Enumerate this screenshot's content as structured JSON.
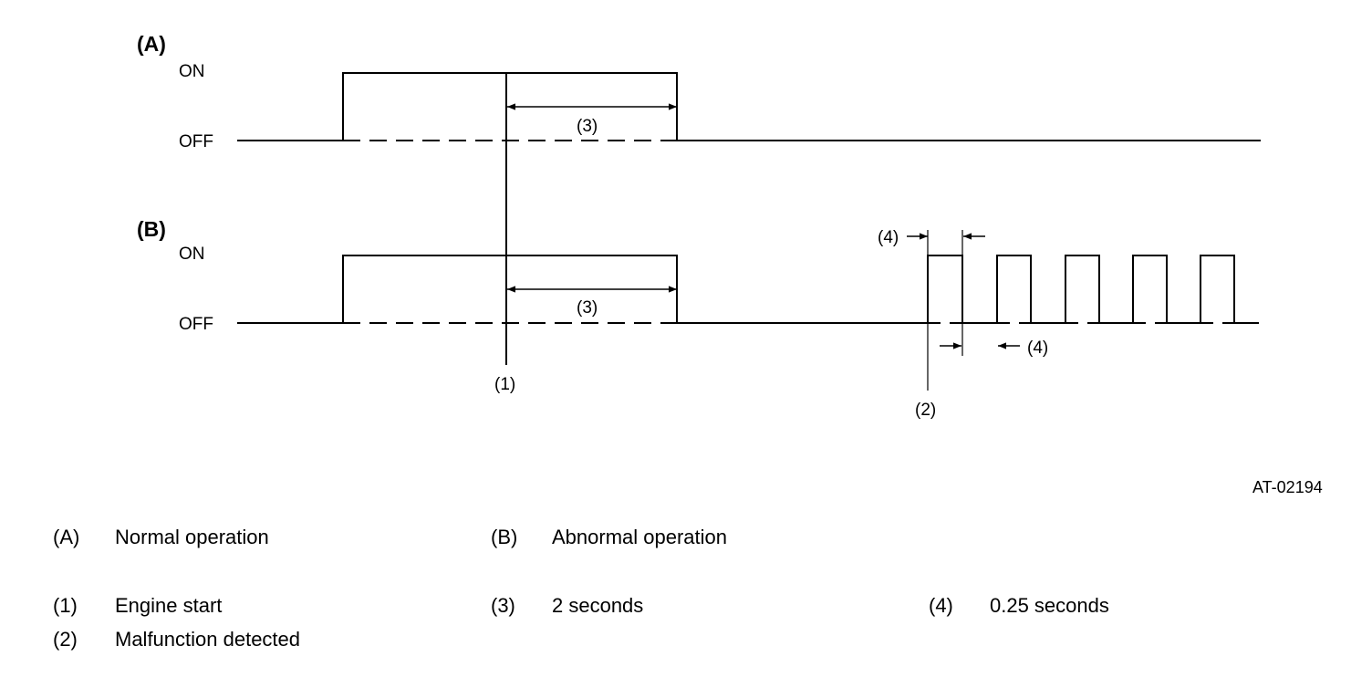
{
  "figure_id": "AT-02194",
  "signals": {
    "a": {
      "label": "(A)",
      "on": "ON",
      "off": "OFF"
    },
    "b": {
      "label": "(B)",
      "on": "ON",
      "off": "OFF"
    }
  },
  "callouts": {
    "c3_top": "(3)",
    "c3_bottom": "(3)",
    "c1": "(1)",
    "c2": "(2)",
    "c4_top": "(4)",
    "c4_bottom": "(4)"
  },
  "legend": [
    {
      "key": "(A)",
      "text": "Normal operation"
    },
    {
      "key": "(B)",
      "text": "Abnormal operation"
    },
    {
      "key": "(1)",
      "text": "Engine start"
    },
    {
      "key": "(3)",
      "text": "2 seconds"
    },
    {
      "key": "(4)",
      "text": "0.25 seconds"
    },
    {
      "key": "(2)",
      "text": "Malfunction detected"
    }
  ]
}
